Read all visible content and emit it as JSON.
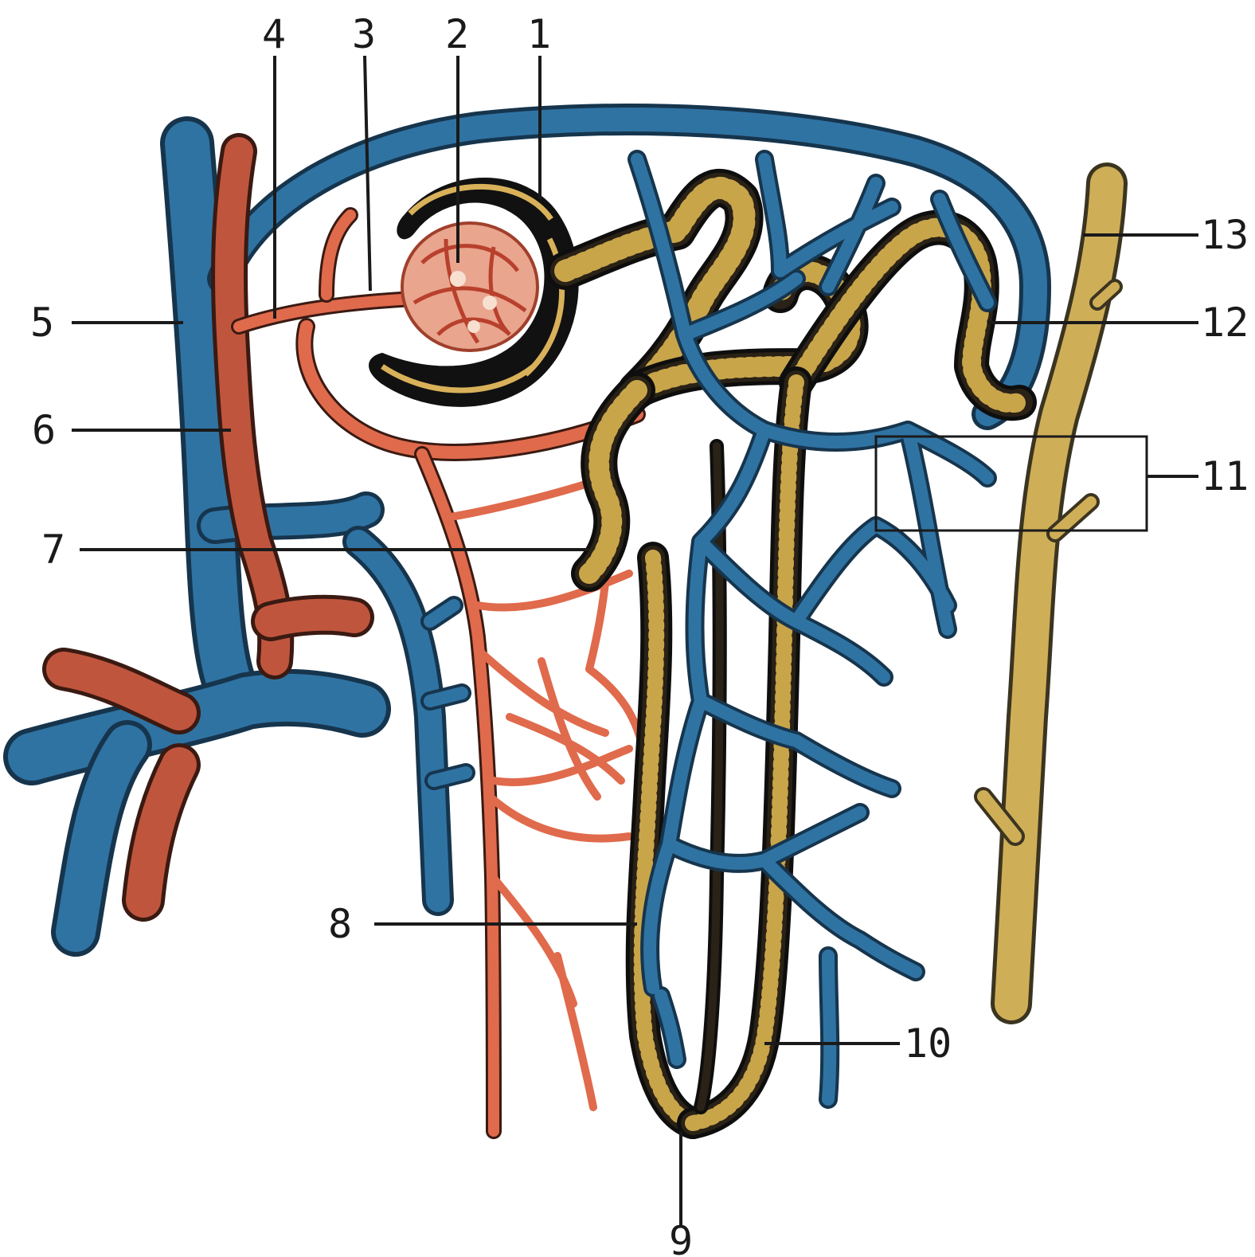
{
  "labels": {
    "l1": "1",
    "l2": "2",
    "l3": "3",
    "l4": "4",
    "l5": "5",
    "l6": "6",
    "l7": "7",
    "l8": "8",
    "l9": "9",
    "l10": "10",
    "l11": "11",
    "l12": "12",
    "l13": "13"
  },
  "colors": {
    "vein": "#2f73a3",
    "artery": "#c0553d",
    "arteriole": "#e06a4c",
    "tubule": "#2a2216",
    "tubule_dots": "#c9a54a",
    "collecting_duct": "#cfae58",
    "capsule_outer": "#d8b15a",
    "glomerulus": "#e9a58e"
  }
}
